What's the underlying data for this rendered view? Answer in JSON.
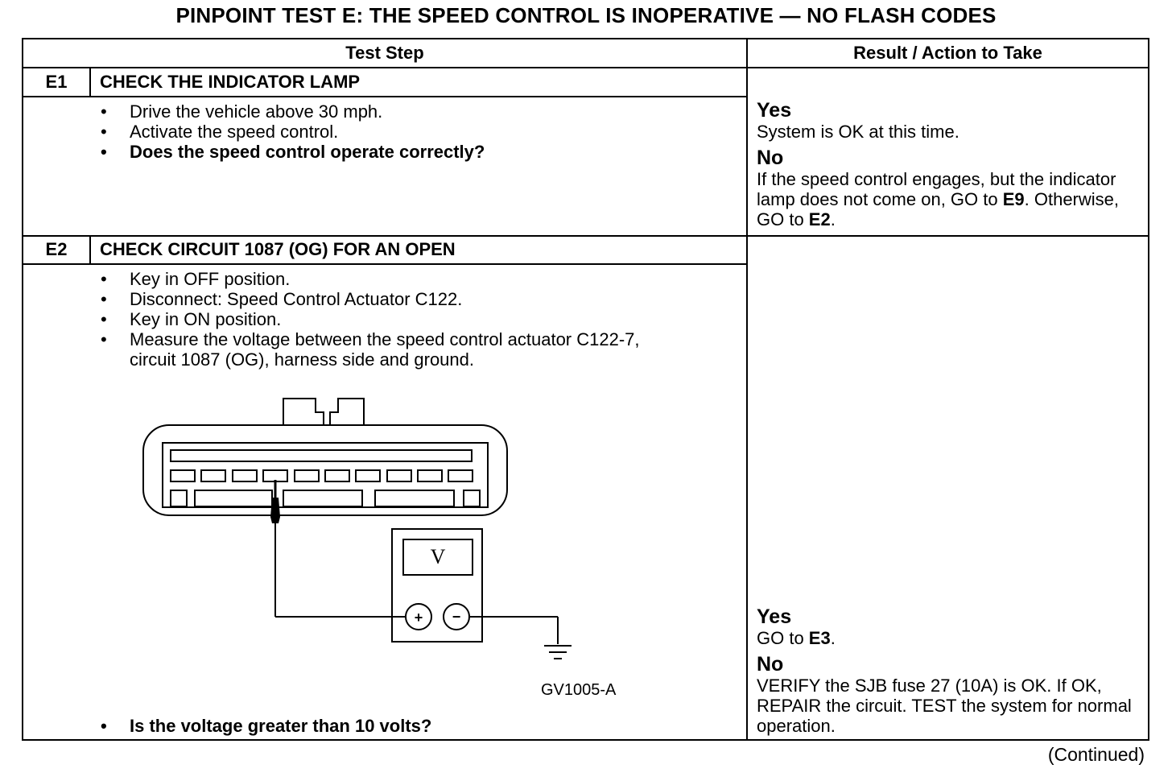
{
  "title": "PINPOINT TEST  E: THE SPEED CONTROL IS INOPERATIVE — NO FLASH CODES",
  "headers": {
    "test_step": "Test Step",
    "result": "Result / Action to Take"
  },
  "steps": [
    {
      "id": "E1",
      "title": "CHECK THE INDICATOR LAMP",
      "bullets": [
        "Drive the vehicle above 30 mph.",
        "Activate the speed control.",
        "Does the speed control operate correctly?"
      ],
      "yes_label": "Yes",
      "yes_text": "System is OK at this time.",
      "no_label": "No",
      "no_text_1": "If the speed control engages, but the indicator lamp does not come on, GO to ",
      "no_ref_1": "E9",
      "no_text_2": ". Otherwise, GO to ",
      "no_ref_2": "E2",
      "no_text_3": "."
    },
    {
      "id": "E2",
      "title": "CHECK CIRCUIT 1087 (OG) FOR AN OPEN",
      "bullets": [
        "Key in OFF position.",
        "Disconnect: Speed Control Actuator C122.",
        "Key in ON position.",
        "Measure the voltage between the speed control actuator C122-7, circuit 1087 (OG), harness side and ground."
      ],
      "question": "Is the voltage greater than 10 volts?",
      "figure_caption": "GV1005-A",
      "meter_symbol": "V",
      "plus_symbol": "+",
      "minus_symbol": "−",
      "yes_label": "Yes",
      "yes_text_1": "GO to ",
      "yes_ref": "E3",
      "yes_text_2": ".",
      "no_label": "No",
      "no_text": "VERIFY the SJB fuse 27 (10A) is OK. If OK, REPAIR the circuit. TEST the system for normal operation."
    }
  ],
  "continued": "(Continued)"
}
